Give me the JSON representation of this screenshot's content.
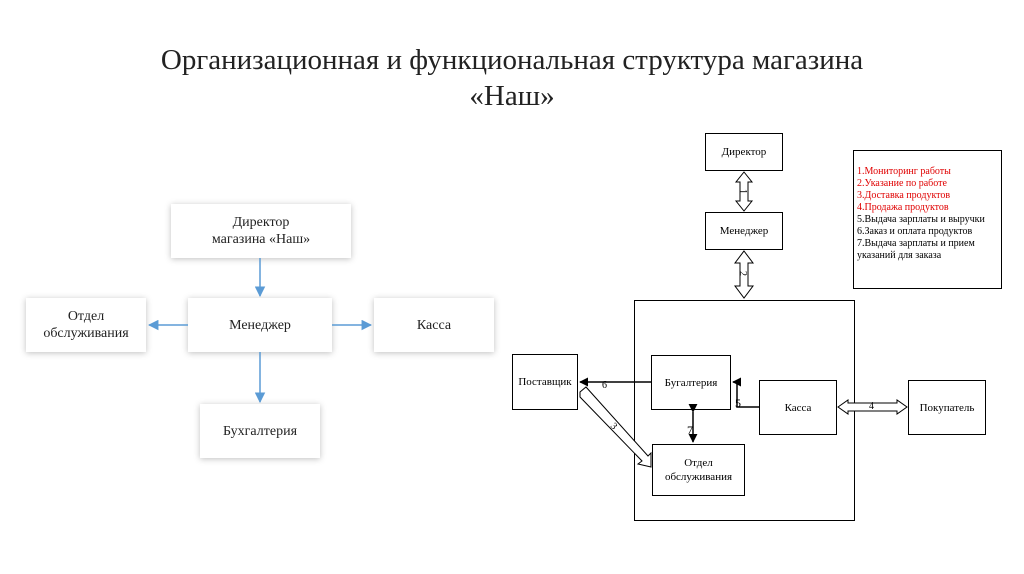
{
  "title": {
    "line1": "Организационная и функциональная структура магазина",
    "line2": "«Наш»"
  },
  "left": {
    "director_line1": "Директор",
    "director_line2": "магазина «Наш»",
    "service_line1": "Отдел",
    "service_line2": "обслуживания",
    "manager": "Менеджер",
    "cash": "Касса",
    "accounting": "Бухгалтерия"
  },
  "right": {
    "director": "Директор",
    "manager": "Менеджер",
    "supplier": "Поставщик",
    "accounting": "Бугалтерия",
    "cash": "Касса",
    "buyer": "Покупатель",
    "service_line1": "Отдел",
    "service_line2": "обслуживания",
    "numbers": [
      "1",
      "2",
      "3",
      "4",
      "5",
      "6",
      "7"
    ]
  },
  "legend": [
    {
      "text": "1.Мониторинг работы",
      "color": "#e00000"
    },
    {
      "text": "2.Указание по работе",
      "color": "#e00000"
    },
    {
      "text": "3.Доставка продуктов",
      "color": "#e00000"
    },
    {
      "text": "4.Продажа продуктов",
      "color": "#e00000"
    },
    {
      "text": "5.Выдача зарплаты и выручки",
      "color": "#000000"
    },
    {
      "text": "6.Заказ и оплата продуктов",
      "color": "#000000"
    },
    {
      "text": "7.Выдача зарплаты и прием",
      "color": "#000000"
    },
    {
      "text": "указаний для заказа",
      "color": "#000000"
    }
  ],
  "colors": {
    "left_arrow": "#5b9bd5",
    "right_lines": "#000000"
  }
}
